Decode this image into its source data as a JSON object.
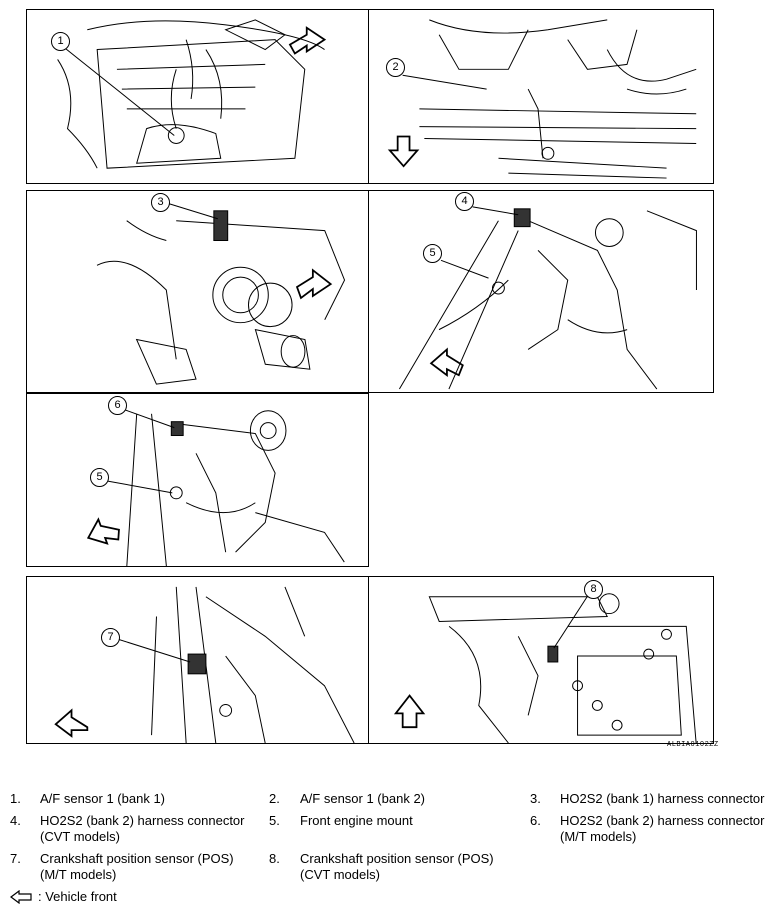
{
  "figure_id": "ALBIA0102ZZ",
  "callouts": [
    "1",
    "2",
    "3",
    "4",
    "5",
    "6",
    "5",
    "7",
    "8"
  ],
  "legend": [
    {
      "num": "1.",
      "text": "A/F sensor 1 (bank 1)"
    },
    {
      "num": "2.",
      "text": "A/F sensor 1 (bank 2)"
    },
    {
      "num": "3.",
      "text": "HO2S2 (bank 1) harness connector"
    },
    {
      "num": "4.",
      "text": "HO2S2 (bank 2) harness connector",
      "text2": "(CVT models)"
    },
    {
      "num": "5.",
      "text": "Front engine mount"
    },
    {
      "num": "6.",
      "text": "HO2S2 (bank 2) harness connector",
      "text2": "(M/T models)"
    },
    {
      "num": "7.",
      "text": "Crankshaft position sensor (POS)",
      "text2": "(M/T models)"
    },
    {
      "num": "8.",
      "text": "Crankshaft position sensor (POS)",
      "text2": "(CVT models)"
    }
  ],
  "note": ": Vehicle front",
  "icons": {
    "arrow": "vehicle-front-arrow-icon"
  }
}
